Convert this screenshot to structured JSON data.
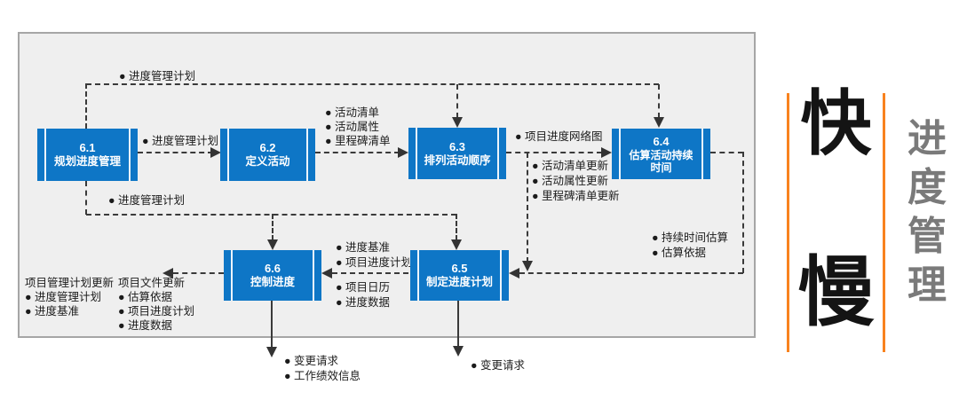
{
  "boxes": [
    {
      "num": "6.1",
      "name": "规划进度管理"
    },
    {
      "num": "6.2",
      "name": "定义活动"
    },
    {
      "num": "6.3",
      "name": "排列活动顺序"
    },
    {
      "num": "6.4",
      "name": "估算活动持续时间"
    },
    {
      "num": "6.5",
      "name": "制定进度计划"
    },
    {
      "num": "6.6",
      "name": "控制进度"
    }
  ],
  "flow_labels": {
    "top_feedback": "● 进度管理计划",
    "plan_to_define": "● 进度管理计划",
    "define_outputs": [
      "● 活动清单",
      "● 活动属性",
      "● 里程碑清单"
    ],
    "sequence_output": "● 项目进度网络图",
    "sequence_updates": [
      "● 活动清单更新",
      "● 活动属性更新",
      "● 里程碑清单更新"
    ],
    "estimate_outputs": [
      "● 持续时间估算",
      "● 估算依据"
    ],
    "bottom_feedback": "● 进度管理计划",
    "develop_to_control_above": [
      "● 进度基准",
      "● 项目进度计划"
    ],
    "develop_to_control_below": [
      "● 项目日历",
      "● 进度数据"
    ],
    "pm_plan_updates_title": "项目管理计划更新",
    "pm_plan_updates": [
      "● 进度管理计划",
      "● 进度基准"
    ],
    "doc_updates_title": "项目文件更新",
    "doc_updates": [
      "● 估算依据",
      "● 项目进度计划",
      "● 进度数据"
    ],
    "control_outputs_down": [
      "● 变更请求",
      "● 工作绩效信息"
    ],
    "develop_outputs_down": [
      "● 变更请求"
    ]
  },
  "side_panel": {
    "fast_char": "快",
    "slow_char": "慢",
    "title": "进度管理",
    "title_chars": [
      "进",
      "度",
      "管",
      "理"
    ]
  },
  "colors": {
    "box_blue": "#0e76c6",
    "accent_orange": "#f8821e",
    "panel_bg": "#efefef",
    "panel_border": "#a6a6a6",
    "line": "#3a3a3a",
    "side_title_gray": "#7a7a7a"
  }
}
